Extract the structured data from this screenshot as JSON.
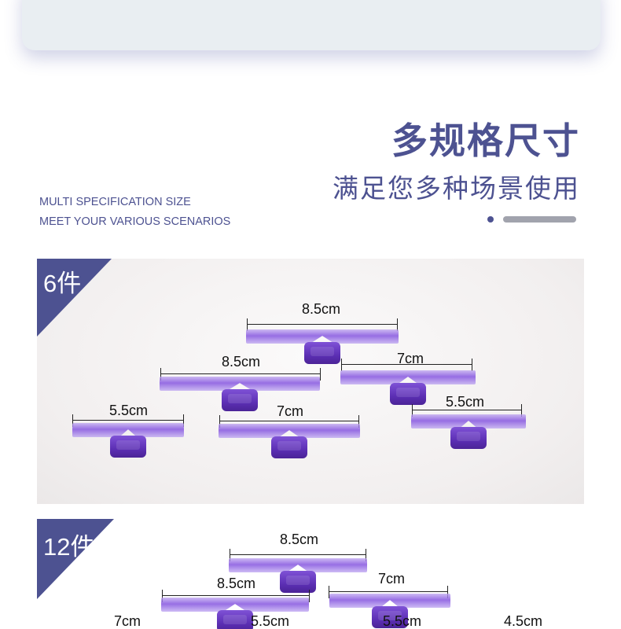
{
  "heading": {
    "title": "多规格尺寸",
    "subtitle": "满足您多种场景使用",
    "english_line1": "MULTI SPECIFICATION SIZE",
    "english_line2": "MEET YOUR VARIOUS SCENARIOS"
  },
  "colors": {
    "accent": "#4d5291",
    "tool_purple": "#6a3fc8",
    "indicator_bar": "#a1a3ad"
  },
  "panels": [
    {
      "badge": "6件",
      "measurements": [
        "8.5cm",
        "8.5cm",
        "7cm",
        "5.5cm",
        "7cm",
        "5.5cm"
      ]
    },
    {
      "badge": "12件",
      "measurements": [
        "8.5cm",
        "8.5cm",
        "7cm",
        "7cm",
        "5.5cm",
        "5.5cm",
        "4.5cm"
      ]
    }
  ]
}
